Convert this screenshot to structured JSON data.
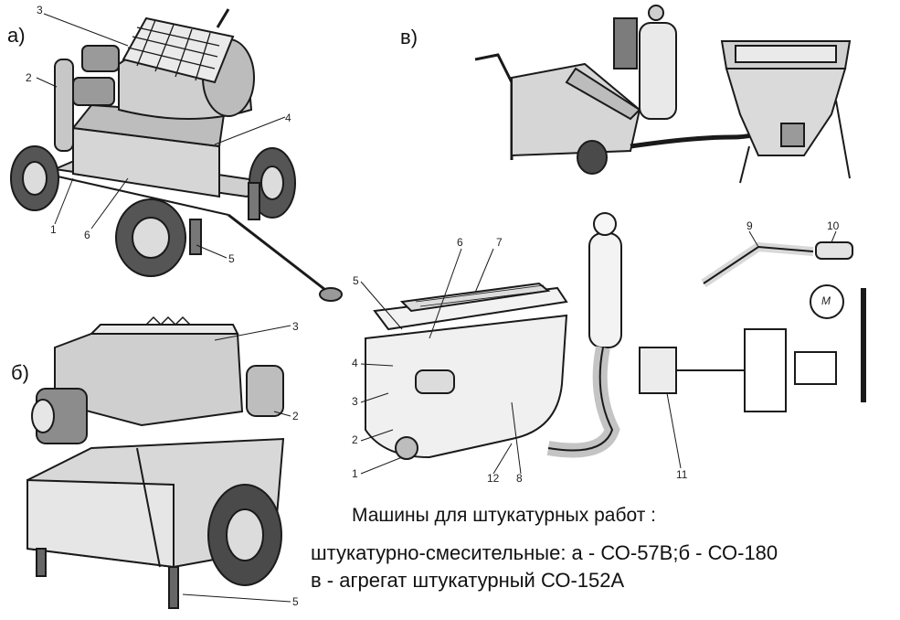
{
  "panels": {
    "a": {
      "label": "а)",
      "callouts": [
        "3",
        "2",
        "4",
        "1",
        "6",
        "5"
      ]
    },
    "b": {
      "label": "б)",
      "callouts": [
        "3",
        "2",
        "5"
      ]
    },
    "v": {
      "label": "в)",
      "callouts": [
        "6",
        "7",
        "5",
        "4",
        "3",
        "2",
        "1",
        "12",
        "8",
        "11",
        "9",
        "10"
      ],
      "motor_label": "M"
    }
  },
  "caption": {
    "line1": "Машины для штукатурных работ :",
    "line2": "штукатурно-смесительные: а - СО-57В;б - СО-180",
    "line3": "в - агрегат штукатурный СО-152А"
  },
  "colors": {
    "ink": "#1a1a1a",
    "shade": "#b8b8b8",
    "light": "#e2e2e2",
    "paper": "#ffffff"
  }
}
